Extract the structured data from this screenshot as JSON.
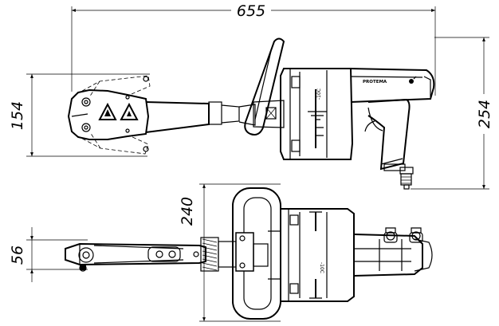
{
  "dimensions": {
    "overall_length": "655",
    "jaw_height": "154",
    "tool_height": "254",
    "handle_width": "240",
    "jaw_thickness": "56"
  },
  "labels": {
    "brand": "PROTEMA",
    "model_side": "-10C",
    "model_top": "-10C"
  }
}
